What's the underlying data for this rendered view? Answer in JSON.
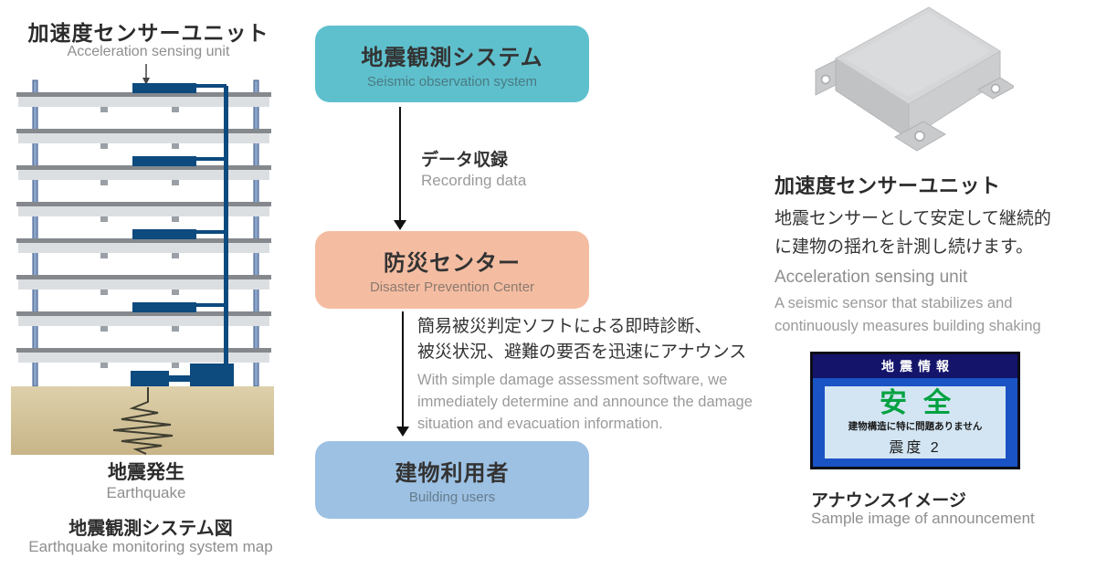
{
  "accent_colors": {
    "observation_box": "#5fc0cd",
    "prevention_box": "#f4bda2",
    "users_box": "#9dc1e3",
    "sensor_navy": "#0d4a7e",
    "safety_green": "#00a241"
  },
  "left_panel": {
    "title_jp": "加速度センサーユニット",
    "title_en": "Acceleration sensing unit",
    "earthquake_label_jp": "地震発生",
    "earthquake_label_en": "Earthquake",
    "caption_jp": "地震観測システム図",
    "caption_en": "Earthquake monitoring system map"
  },
  "flowchart": {
    "boxes": [
      {
        "jp": "地震観測システム",
        "en": "Seismic observation system",
        "color": "#5fc0cd"
      },
      {
        "jp": "防災センター",
        "en": "Disaster Prevention Center",
        "color": "#f4bda2"
      },
      {
        "jp": "建物利用者",
        "en": "Building users",
        "color": "#9dc1e3"
      }
    ],
    "step1_label_jp": "データ収録",
    "step1_label_en": "Recording data",
    "step2_note_jp_line1": "簡易被災判定ソフトによる即時診断、",
    "step2_note_jp_line2": "被災状況、避難の要否を迅速にアナウンス",
    "step2_note_en": "With simple damage assessment software, we immediately determine and announce the damage situation and evacuation information."
  },
  "right_panel": {
    "title_jp": "加速度センサーユニット",
    "body_jp_line1": "地震センサーとして安定して継続的",
    "body_jp_line2": "に建物の揺れを計測し続けます。",
    "title_en": "Acceleration sensing unit",
    "body_en": "A seismic sensor that stabilizes and continuously measures building shaking",
    "display": {
      "header": "地震情報",
      "status": "安全",
      "message": "建物構造に特に問題ありません",
      "intensity": "震度 2"
    },
    "caption_jp": "アナウンスイメージ",
    "caption_en": "Sample image of announcement"
  }
}
